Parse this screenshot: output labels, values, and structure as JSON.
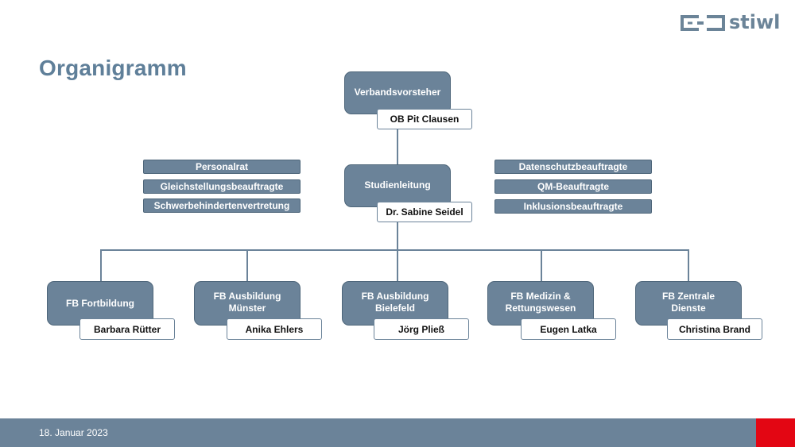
{
  "brand": {
    "name": "stiwl"
  },
  "page": {
    "title": "Organigramm"
  },
  "top": {
    "role": "Verbandsvorsteher",
    "person": "OB Pit Clausen"
  },
  "middle": {
    "role": "Studienleitung",
    "person": "Dr. Sabine Seidel"
  },
  "left_side": [
    "Personalrat",
    "Gleichstellungsbeauftragte",
    "Schwerbehindertenvertretung"
  ],
  "right_side": [
    "Datenschutzbeauftragte",
    "QM-Beauftragte",
    "Inklusionsbeauftragte"
  ],
  "departments": [
    {
      "role": "FB Fortbildung",
      "person": "Barbara Rütter"
    },
    {
      "role": "FB Ausbildung\nMünster",
      "person": "Anika Ehlers"
    },
    {
      "role": "FB Ausbildung\nBielefeld",
      "person": "Jörg Pließ"
    },
    {
      "role": "FB Medizin &\nRettungswesen",
      "person": "Eugen Latka"
    },
    {
      "role": "FB Zentrale\nDienste",
      "person": "Christina Brand"
    }
  ],
  "footer": {
    "date": "18. Januar 2023"
  },
  "colors": {
    "primary": "#6b8399",
    "accent": "#e30613",
    "title": "#5f7f99"
  }
}
